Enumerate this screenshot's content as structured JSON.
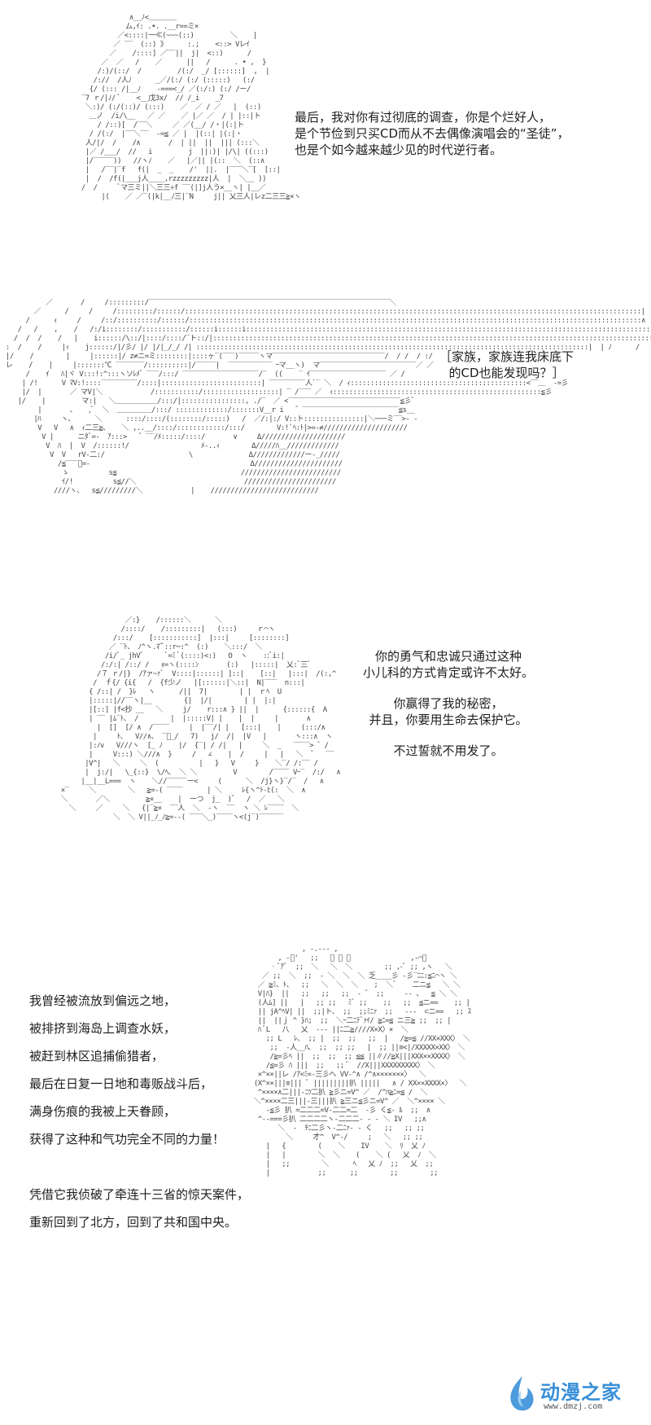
{
  "panels": [
    {
      "caption_lines": [
        "最后，我对你有过彻底的调查，你是个烂好人，",
        "是个节俭到只买CD而从不去偶像演唱会的“圣徒”，",
        "也是个如今越来越少见的时代逆行者。"
      ]
    },
    {
      "caption_lines": [
        "［家族，家族连我床底下",
        "的CD也能发现吗？］"
      ]
    },
    {
      "caption_blocks": [
        [
          "你的勇气和忠诚只通过这种",
          "小儿科的方式肯定或许不太好。"
        ],
        [
          "你赢得了我的秘密，",
          "并且，你要用生命去保护它。"
        ],
        [
          "不过誓就不用发了。"
        ]
      ]
    },
    {
      "caption_lines": [
        "我曾经被流放到偏远之地，",
        "被排挤到海岛上调查水妖，",
        "被赶到林区追捕偷猎者，",
        "最后在日复一日地和毒贩战斗后，",
        "满身伤痕的我被上天眷顾，",
        "获得了这种和气功完全不同的力量！",
        "",
        "凭借它我侦破了牵连十三省的惊天案件，",
        "重新回到了北方，回到了共和国中央。"
      ]
    }
  ],
  "watermark": {
    "brand": "动漫之家",
    "url": "www.dmzj.com",
    "logo_icon": "flame-logo-icon",
    "color": "#3a8fd8"
  }
}
